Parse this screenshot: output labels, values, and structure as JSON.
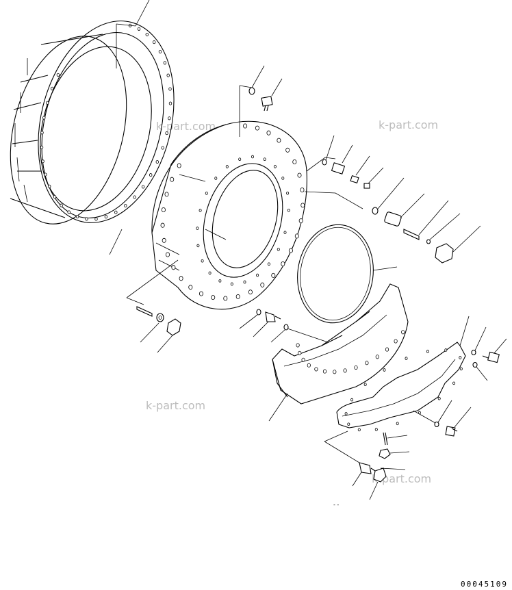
{
  "watermarks": [
    "k-part.com",
    "k-part.com",
    "k-part.com",
    "k-part.com"
  ],
  "drawing_code": "00045109",
  "colors": {
    "line": "#000000",
    "watermark": "#bdbdbd",
    "background": "#ffffff"
  }
}
